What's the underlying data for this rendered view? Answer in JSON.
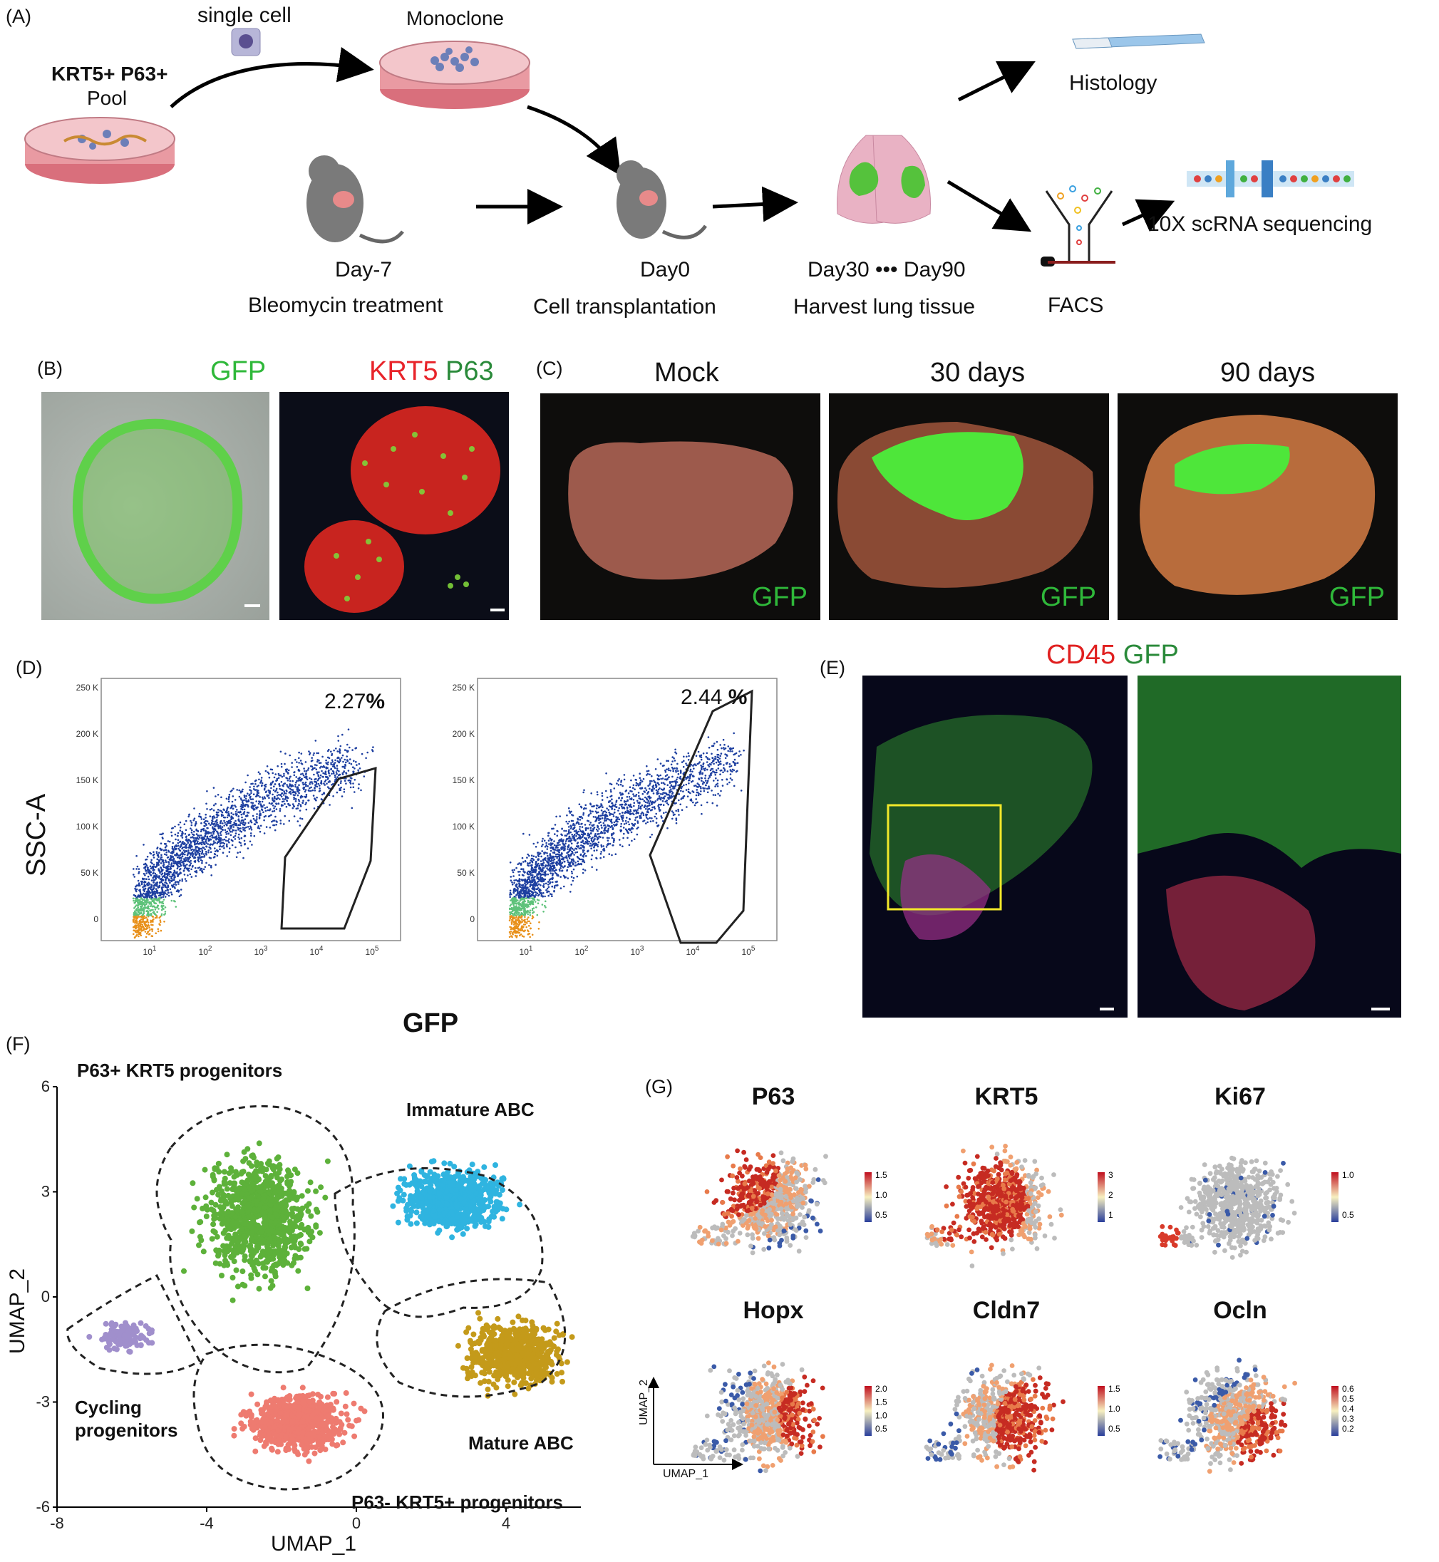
{
  "panelA": {
    "label": "(A)",
    "single_cell": "single cell",
    "monoclone": "Monoclone",
    "pool_line1": "KRT5+ P63+",
    "pool_line2": "Pool",
    "histology": "Histology",
    "scrna": "10X scRNA sequencing",
    "day_minus7": "Day-7",
    "bleomycin": "Bleomycin treatment",
    "day0": "Day0",
    "transplant": "Cell transplantation",
    "day30_90": "Day30 ••• Day90",
    "harvest": "Harvest lung tissue",
    "facs": "FACS"
  },
  "panelB": {
    "label": "(B)",
    "gfp": "GFP",
    "krt5": "KRT5",
    "p63": "P63"
  },
  "panelC": {
    "label": "(C)",
    "titles": [
      "Mock",
      "30 days",
      "90 days"
    ],
    "gfp": "GFP"
  },
  "panelD": {
    "label": "(D)",
    "ylabel": "SSC-A",
    "xlabel": "GFP",
    "yticks": [
      "250 K",
      "200 K",
      "150 K",
      "100 K",
      "50 K",
      "0"
    ],
    "xticks": [
      "10",
      "10",
      "10",
      "10",
      "10"
    ],
    "xtick_exp": [
      "1",
      "2",
      "3",
      "4",
      "5"
    ],
    "gate1_pct": "2.27",
    "gate2_pct": "2.44",
    "pct_sign": "%"
  },
  "panelE": {
    "label": "(E)",
    "cd45": "CD45",
    "gfp": "GFP"
  },
  "panelF": {
    "label": "(F)",
    "xlabel": "UMAP_1",
    "ylabel": "UMAP_2",
    "yticks": [
      "6",
      "3",
      "0",
      "-3",
      "-6"
    ],
    "xticks": [
      "-8",
      "-4",
      "0",
      "4"
    ],
    "clusters": {
      "p63_krt5": "P63+ KRT5 progenitors",
      "immature": "Immature ABC",
      "cycling_1": "Cycling",
      "cycling_2": "progenitors",
      "mature": "Mature ABC",
      "p63neg": "P63- KRT5+ progenitors"
    }
  },
  "panelG": {
    "label": "(G)",
    "genes": [
      "P63",
      "KRT5",
      "Ki67",
      "Hopx",
      "Cldn7",
      "Ocln"
    ],
    "scales": [
      [
        "1.5",
        "1.0",
        "0.5"
      ],
      [
        "3",
        "2",
        "1"
      ],
      [
        "1.0",
        "0.5"
      ],
      [
        "2.0",
        "1.5",
        "1.0",
        "0.5"
      ],
      [
        "1.5",
        "1.0",
        "0.5"
      ],
      [
        "0.6",
        "0.5",
        "0.4",
        "0.3",
        "0.2"
      ]
    ],
    "axis_x": "UMAP_1",
    "axis_y": "UMAP_2"
  },
  "colors": {
    "gfp_green": "#2fb83a",
    "krt5_red": "#e8242a",
    "p63_green": "#2a8a3a",
    "cd45_red": "#e02020",
    "green_cluster": "#5db13a",
    "blue_cluster": "#2fb4e0",
    "gold_cluster": "#c49a1a",
    "salmon_cluster": "#ee7b70",
    "purple_cluster": "#a08fcc"
  }
}
